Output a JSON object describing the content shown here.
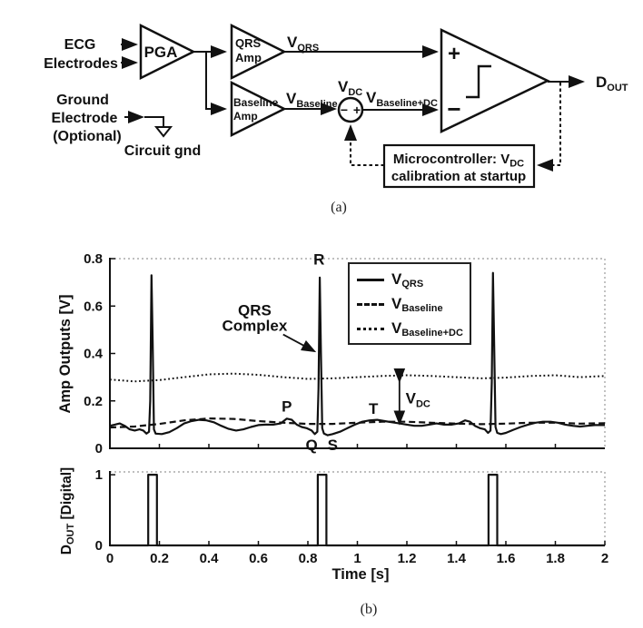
{
  "figure": {
    "caption_a": "(a)",
    "caption_b": "(b)"
  },
  "diagram": {
    "ecg1": "ECG",
    "ecg2": "Electrodes",
    "pga": "PGA",
    "qrs1": "QRS",
    "qrs2": "Amp",
    "base1": "Baseline",
    "base2": "Amp",
    "gnd1": "Ground",
    "gnd2": "Electrode",
    "gnd3": "(Optional)",
    "circuit_gnd": "Circuit gnd",
    "v_qrs": {
      "main": "V",
      "sub": "QRS"
    },
    "v_baseline": {
      "main": "V",
      "sub": "Baseline"
    },
    "v_dc": {
      "main": "V",
      "sub": "DC"
    },
    "v_baseline_dc": {
      "main": "V",
      "sub": "Baseline+DC"
    },
    "d_out": {
      "main": "D",
      "sub": "OUT"
    },
    "comp_plus": "+",
    "comp_minus": "−",
    "sum_minus": "−",
    "sum_plus": "+",
    "micro1_pre": "Microcontroller: V",
    "micro1_sub": "DC",
    "micro2": "calibration at startup"
  },
  "chart_data": [
    {
      "type": "line",
      "ylabel": "Amp Outputs [V]",
      "xlim": [
        0,
        2
      ],
      "ylim": [
        0,
        0.8
      ],
      "grid": false,
      "legend_position": "upper right",
      "yticks": [
        {
          "v": 0,
          "label": "0"
        },
        {
          "v": 0.2,
          "label": "0.2"
        },
        {
          "v": 0.4,
          "label": "0.4"
        },
        {
          "v": 0.6,
          "label": "0.6"
        },
        {
          "v": 0.8,
          "label": "0.8"
        }
      ],
      "xticks": [
        {
          "v": 0.2
        },
        {
          "v": 0.4
        },
        {
          "v": 0.6
        },
        {
          "v": 0.8
        },
        {
          "v": 1.0
        },
        {
          "v": 1.2
        },
        {
          "v": 1.4
        },
        {
          "v": 1.6
        },
        {
          "v": 1.8
        }
      ],
      "series": [
        {
          "name": {
            "main": "V",
            "sub": "QRS"
          },
          "style": "solid",
          "points": [
            [
              0,
              0.095
            ],
            [
              0.02,
              0.1
            ],
            [
              0.04,
              0.105
            ],
            [
              0.06,
              0.095
            ],
            [
              0.08,
              0.08
            ],
            [
              0.1,
              0.075
            ],
            [
              0.12,
              0.08
            ],
            [
              0.135,
              0.075
            ],
            [
              0.148,
              0.062
            ],
            [
              0.158,
              0.07
            ],
            [
              0.163,
              0.2
            ],
            [
              0.168,
              0.73
            ],
            [
              0.173,
              0.45
            ],
            [
              0.178,
              0.08
            ],
            [
              0.185,
              0.062
            ],
            [
              0.21,
              0.06
            ],
            [
              0.24,
              0.068
            ],
            [
              0.27,
              0.085
            ],
            [
              0.3,
              0.105
            ],
            [
              0.33,
              0.115
            ],
            [
              0.36,
              0.12
            ],
            [
              0.39,
              0.118
            ],
            [
              0.42,
              0.11
            ],
            [
              0.45,
              0.095
            ],
            [
              0.48,
              0.082
            ],
            [
              0.51,
              0.075
            ],
            [
              0.54,
              0.08
            ],
            [
              0.57,
              0.09
            ],
            [
              0.6,
              0.098
            ],
            [
              0.63,
              0.1
            ],
            [
              0.66,
              0.1
            ],
            [
              0.69,
              0.105
            ],
            [
              0.715,
              0.125
            ],
            [
              0.735,
              0.12
            ],
            [
              0.755,
              0.1
            ],
            [
              0.775,
              0.09
            ],
            [
              0.795,
              0.085
            ],
            [
              0.815,
              0.075
            ],
            [
              0.828,
              0.06
            ],
            [
              0.838,
              0.07
            ],
            [
              0.843,
              0.25
            ],
            [
              0.848,
              0.72
            ],
            [
              0.853,
              0.4
            ],
            [
              0.858,
              0.085
            ],
            [
              0.865,
              0.062
            ],
            [
              0.88,
              0.055
            ],
            [
              0.9,
              0.06
            ],
            [
              0.93,
              0.07
            ],
            [
              0.96,
              0.085
            ],
            [
              0.99,
              0.1
            ],
            [
              1.02,
              0.112
            ],
            [
              1.05,
              0.118
            ],
            [
              1.08,
              0.12
            ],
            [
              1.11,
              0.115
            ],
            [
              1.14,
              0.11
            ],
            [
              1.17,
              0.105
            ],
            [
              1.2,
              0.1
            ],
            [
              1.23,
              0.095
            ],
            [
              1.26,
              0.095
            ],
            [
              1.29,
              0.1
            ],
            [
              1.32,
              0.105
            ],
            [
              1.35,
              0.1
            ],
            [
              1.38,
              0.1
            ],
            [
              1.41,
              0.105
            ],
            [
              1.435,
              0.118
            ],
            [
              1.455,
              0.112
            ],
            [
              1.475,
              0.095
            ],
            [
              1.495,
              0.085
            ],
            [
              1.515,
              0.08
            ],
            [
              1.528,
              0.065
            ],
            [
              1.538,
              0.075
            ],
            [
              1.543,
              0.28
            ],
            [
              1.548,
              0.74
            ],
            [
              1.553,
              0.42
            ],
            [
              1.558,
              0.09
            ],
            [
              1.565,
              0.065
            ],
            [
              1.58,
              0.06
            ],
            [
              1.6,
              0.065
            ],
            [
              1.63,
              0.078
            ],
            [
              1.66,
              0.09
            ],
            [
              1.69,
              0.1
            ],
            [
              1.72,
              0.108
            ],
            [
              1.75,
              0.112
            ],
            [
              1.78,
              0.112
            ],
            [
              1.81,
              0.108
            ],
            [
              1.84,
              0.1
            ],
            [
              1.87,
              0.095
            ],
            [
              1.9,
              0.092
            ],
            [
              1.93,
              0.095
            ],
            [
              1.96,
              0.098
            ],
            [
              2,
              0.098
            ]
          ]
        },
        {
          "name": {
            "main": "V",
            "sub": "Baseline"
          },
          "style": "dashed",
          "points": [
            [
              0,
              0.088
            ],
            [
              0.1,
              0.092
            ],
            [
              0.2,
              0.103
            ],
            [
              0.3,
              0.118
            ],
            [
              0.4,
              0.126
            ],
            [
              0.5,
              0.124
            ],
            [
              0.6,
              0.115
            ],
            [
              0.7,
              0.108
            ],
            [
              0.8,
              0.103
            ],
            [
              0.9,
              0.103
            ],
            [
              1,
              0.108
            ],
            [
              1.1,
              0.112
            ],
            [
              1.2,
              0.112
            ],
            [
              1.3,
              0.108
            ],
            [
              1.4,
              0.104
            ],
            [
              1.5,
              0.102
            ],
            [
              1.6,
              0.104
            ],
            [
              1.7,
              0.108
            ],
            [
              1.8,
              0.108
            ],
            [
              1.9,
              0.104
            ],
            [
              2,
              0.106
            ]
          ]
        },
        {
          "name": {
            "main": "V",
            "sub": "Baseline+DC"
          },
          "style": "dotted",
          "points": [
            [
              0,
              0.29
            ],
            [
              0.1,
              0.282
            ],
            [
              0.2,
              0.288
            ],
            [
              0.3,
              0.3
            ],
            [
              0.4,
              0.312
            ],
            [
              0.5,
              0.315
            ],
            [
              0.6,
              0.31
            ],
            [
              0.7,
              0.3
            ],
            [
              0.8,
              0.293
            ],
            [
              0.9,
              0.295
            ],
            [
              1,
              0.3
            ],
            [
              1.1,
              0.305
            ],
            [
              1.2,
              0.308
            ],
            [
              1.3,
              0.305
            ],
            [
              1.4,
              0.3
            ],
            [
              1.5,
              0.295
            ],
            [
              1.6,
              0.298
            ],
            [
              1.7,
              0.305
            ],
            [
              1.8,
              0.308
            ],
            [
              1.9,
              0.3
            ],
            [
              2,
              0.305
            ]
          ]
        }
      ],
      "annotations": {
        "points": [
          {
            "text": "R",
            "x": 0.845,
            "y": 0.775
          },
          {
            "text": "P",
            "x": 0.715,
            "y": 0.155
          },
          {
            "text": "Q",
            "x": 0.815,
            "y": -0.008
          },
          {
            "text": "S",
            "x": 0.9,
            "y": -0.008
          },
          {
            "text": "T",
            "x": 1.065,
            "y": 0.145
          }
        ],
        "qrs": {
          "lines": [
            "QRS",
            "Complex"
          ],
          "x": 0.585,
          "y": 0.545,
          "arrow": [
            0.7,
            0.48,
            0.825,
            0.41
          ]
        },
        "vdc": {
          "x": 1.17,
          "y1": 0.285,
          "y2": 0.107,
          "label": {
            "main": "V",
            "sub": "DC"
          },
          "lx": 1.195,
          "ly": 0.19
        }
      }
    },
    {
      "type": "line",
      "ylabel": {
        "pre": "D",
        "sub": "OUT",
        "post": " [Digital]"
      },
      "xlabel": "Time [s]",
      "xlim": [
        0,
        2
      ],
      "ylim": [
        0,
        1.04
      ],
      "grid": false,
      "yticks": [
        {
          "v": 0,
          "label": "0"
        },
        {
          "v": 1,
          "label": "1"
        }
      ],
      "xticks": [
        {
          "v": 0,
          "label": "0"
        },
        {
          "v": 0.2,
          "label": "0.2"
        },
        {
          "v": 0.4,
          "label": "0.4"
        },
        {
          "v": 0.6,
          "label": "0.6"
        },
        {
          "v": 0.8,
          "label": "0.8"
        },
        {
          "v": 1,
          "label": "1"
        },
        {
          "v": 1.2,
          "label": "1.2"
        },
        {
          "v": 1.4,
          "label": "1.4"
        },
        {
          "v": 1.6,
          "label": "1.6"
        },
        {
          "v": 1.8,
          "label": "1.8"
        },
        {
          "v": 2,
          "label": "2"
        }
      ],
      "series": [
        {
          "name": {
            "main": "D",
            "sub": "OUT"
          },
          "style": "solid",
          "points": [
            [
              0,
              0
            ],
            [
              0.155,
              0
            ],
            [
              0.155,
              1
            ],
            [
              0.19,
              1
            ],
            [
              0.19,
              0
            ],
            [
              0.84,
              0
            ],
            [
              0.84,
              1
            ],
            [
              0.875,
              1
            ],
            [
              0.875,
              0
            ],
            [
              1.53,
              0
            ],
            [
              1.53,
              1
            ],
            [
              1.565,
              1
            ],
            [
              1.565,
              0
            ],
            [
              2,
              0
            ]
          ]
        }
      ]
    }
  ]
}
